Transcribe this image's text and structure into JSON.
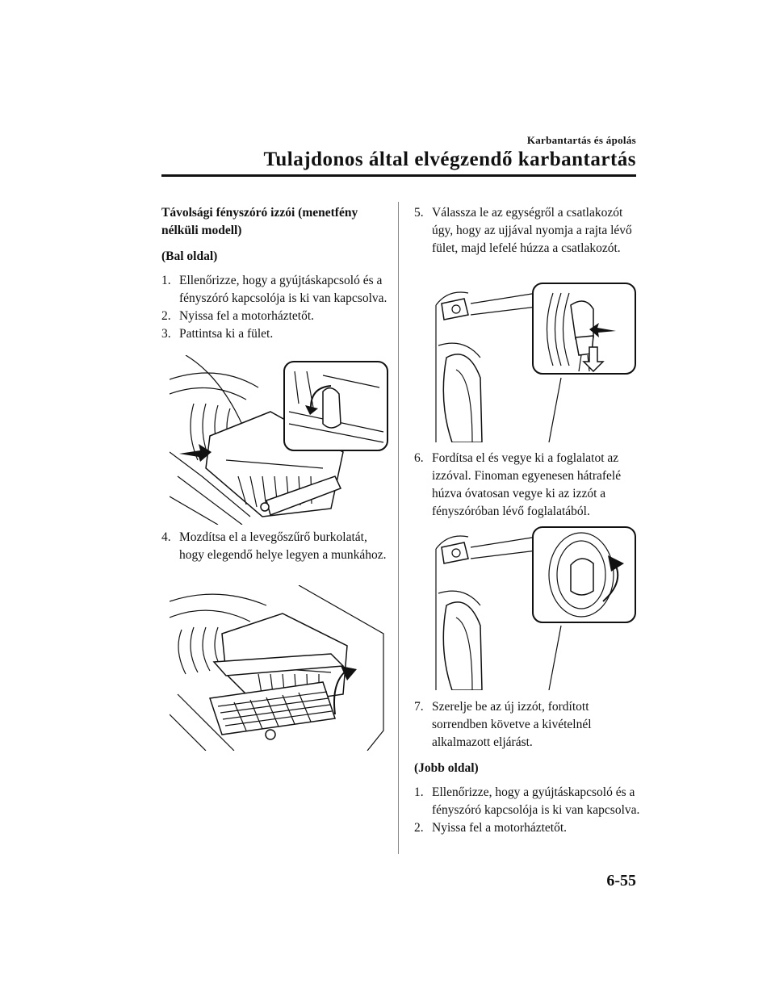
{
  "header": {
    "section": "Karbantartás és ápolás",
    "title": "Tulajdonos által elvégzendő karbantartás"
  },
  "left": {
    "heading": "Távolsági fényszóró izzói (menetfény nélküli modell)",
    "side_label": "(Bal oldal)",
    "steps_a": [
      {
        "num": "1.",
        "text": "Ellenőrizze, hogy a gyújtáskapcsoló és a fényszóró kapcsolója is ki van kapcsolva."
      },
      {
        "num": "2.",
        "text": "Nyissa fel a motorháztetőt."
      },
      {
        "num": "3.",
        "text": "Pattintsa ki a fület."
      }
    ],
    "steps_b": [
      {
        "num": "4.",
        "text": "Mozdítsa el a levegőszűrő burkolatát, hogy elegendő helye legyen a munkához."
      }
    ]
  },
  "right": {
    "steps_a": [
      {
        "num": "5.",
        "text": "Válassza le az egységről a csatlakozót úgy, hogy az ujjával nyomja a rajta lévő fület, majd lefelé húzza a csatlakozót."
      }
    ],
    "steps_b": [
      {
        "num": "6.",
        "text": "Fordítsa el és vegye ki a foglalatot az izzóval. Finoman egyenesen hátrafelé húzva óvatosan vegye ki az izzót a fényszóróban lévő foglalatából."
      }
    ],
    "steps_c": [
      {
        "num": "7.",
        "text": "Szerelje be az új izzót, fordított sorrendben követve a kivételnél alkalmazott eljárást."
      }
    ],
    "side_label": "(Jobb oldal)",
    "steps_d": [
      {
        "num": "1.",
        "text": "Ellenőrizze, hogy a gyújtáskapcsoló és a fényszóró kapcsolója is ki van kapcsolva."
      },
      {
        "num": "2.",
        "text": "Nyissa fel a motorháztetőt."
      }
    ]
  },
  "footer": {
    "page_number": "6-55"
  }
}
